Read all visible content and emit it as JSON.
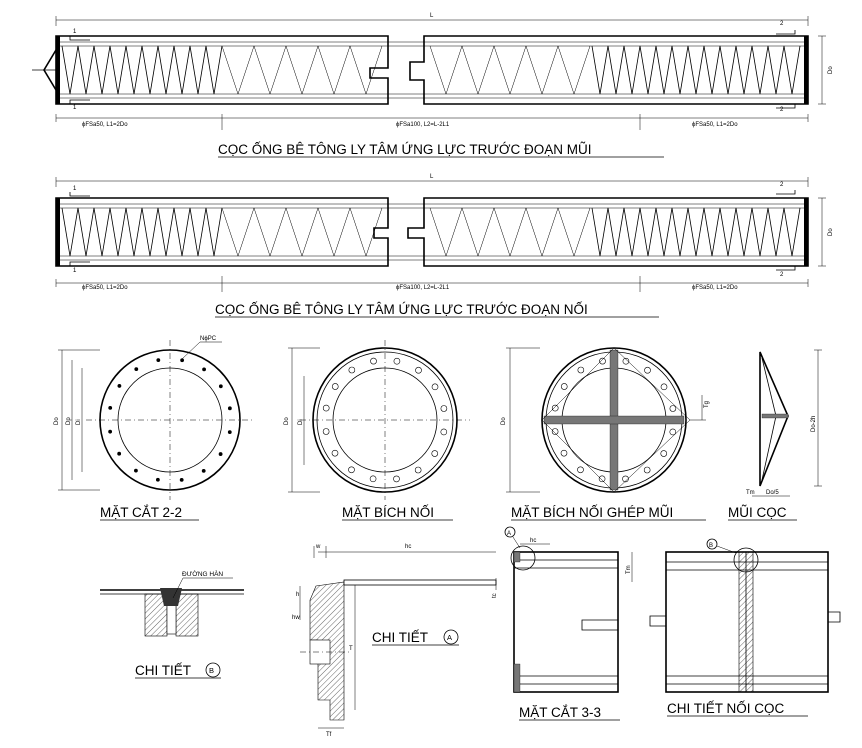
{
  "dims": {
    "length": "L",
    "outer_dia": "Do",
    "prestress_dia": "Dp",
    "inner_dia": "Di",
    "tip_height": "Do-2h",
    "tg": "Tg",
    "tm": "Tm",
    "do5": "Do/5",
    "w": "w",
    "hc": "hc",
    "h": "h",
    "hw": "hw",
    "tc": "tc",
    "t": "T",
    "tf": "Tf",
    "tm_detail": "Tm"
  },
  "spirals": {
    "end_left": "ϕFSa50, L1=2Do",
    "middle": "ϕFSa100, L2=L-2L1",
    "end_right": "ϕFSa50, L1=2Do"
  },
  "section_marks": {
    "one": "1",
    "two": "2"
  },
  "titles": {
    "pile_tip": "CỌC ỐNG BÊ TÔNG LY TÂM ỨNG LỰC TRƯỚC ĐOẠN MŨI",
    "pile_joint": "CỌC ỐNG BÊ TÔNG LY TÂM ỨNG LỰC TRƯỚC ĐOẠN NỐI",
    "section_22": "MẶT CẮT 2-2",
    "flange": "MẶT BÍCH NỐI",
    "flange_tip": "MẶT BÍCH NỐI GHÉP MŨI",
    "tip": "MŨI CỌC",
    "detail_b": "CHI TIẾT",
    "detail_a": "CHI TIẾT",
    "section_33": "MẶT CẮT 3-3",
    "joint_detail": "CHI TIẾT NỐI CỌC"
  },
  "labels": {
    "strand": "NϕPC",
    "weld": "ĐƯỜNG HÀN",
    "circle_a": "A",
    "circle_b": "B"
  }
}
